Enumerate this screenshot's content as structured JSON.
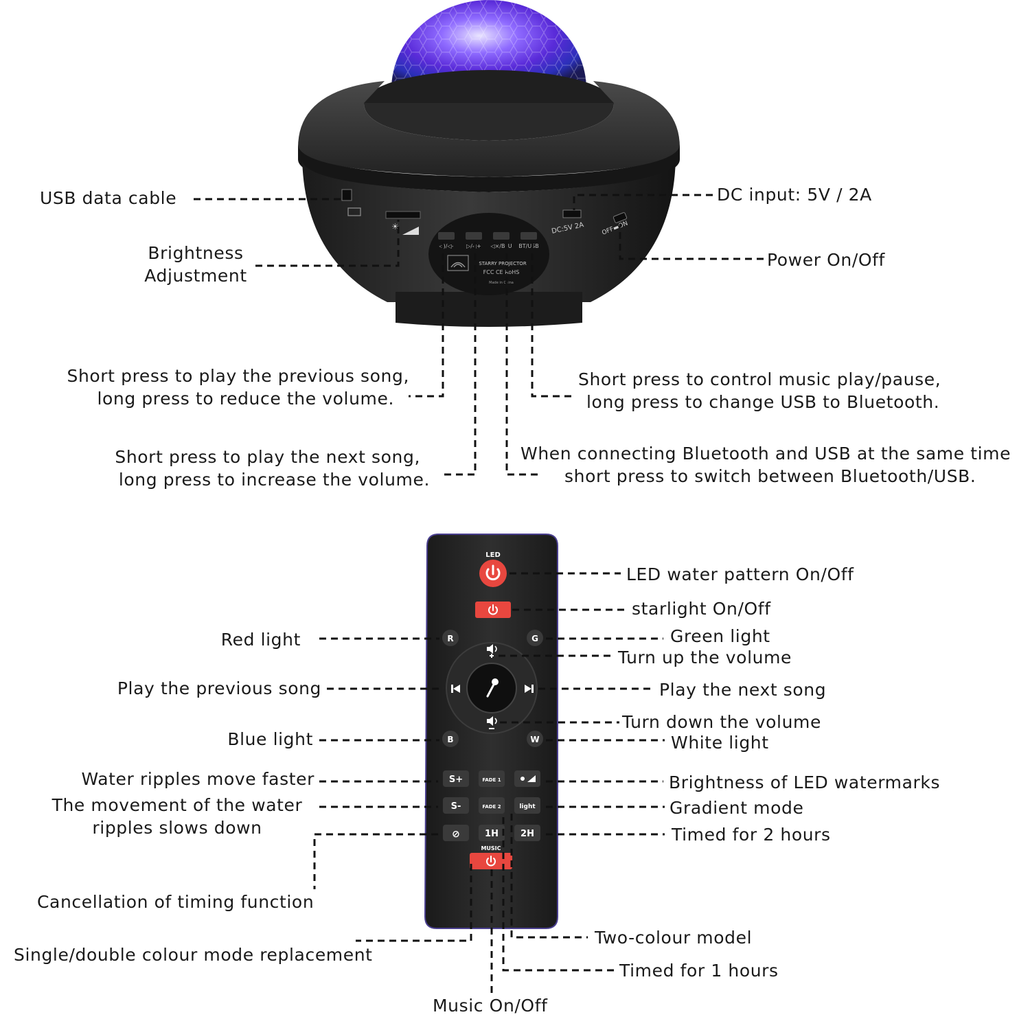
{
  "projector": {
    "port_labels": {
      "dc": "DC:5V 2A",
      "switch": "OFF▬ON",
      "buttons": [
        "◁)/◁-",
        "▷/◁+",
        "◁×/B⁺U",
        "BT/USB"
      ],
      "brand": "STARRY PROJECTOR",
      "made_in": "Made in China"
    },
    "labels": {
      "usb": "USB data cable",
      "brightness_1": "Brightness",
      "brightness_2": "Adjustment",
      "dc_input": "DC input: 5V / 2A",
      "power": "Power On/Off",
      "prev_1": "Short press to play the previous song,",
      "prev_2": "long press to reduce the volume.",
      "next_1": "Short press to play the next song,",
      "next_2": "long press to increase the volume.",
      "playpause_1": "Short press to control music play/pause,",
      "playpause_2": "long press to change USB to Bluetooth.",
      "switch_1": "When connecting Bluetooth and USB at the same time",
      "switch_2": "short press to switch between Bluetooth/USB."
    }
  },
  "remote": {
    "button_text": {
      "led": "LED",
      "r": "R",
      "g": "G",
      "b": "B",
      "w": "W",
      "s_plus": "S+",
      "s_minus": "S-",
      "fade1": "FADE 1",
      "fade2": "FADE 2",
      "light": "light",
      "h1": "1H",
      "h2": "2H",
      "cancel": "⊘",
      "music": "MUSIC"
    },
    "labels": {
      "led_pattern": "LED water pattern On/Off",
      "starlight": "starlight On/Off",
      "red": "Red light",
      "green": "Green light",
      "vol_up": "Turn up the volume",
      "prev": "Play the previous song",
      "next": "Play the next song",
      "vol_down": "Turn down the volume",
      "blue": "Blue light",
      "white": "White light",
      "faster": "Water ripples move faster",
      "slower_1": "The movement of the water",
      "slower_2": "ripples slows down",
      "brightness": "Brightness of LED watermarks",
      "gradient": "Gradient mode",
      "timed2": "Timed for 2 hours",
      "cancel_timing": "Cancellation of timing function",
      "two_colour": "Two-colour model",
      "single_double": "Single/double colour mode replacement",
      "timed1": "Timed for 1 hours",
      "music": "Music On/Off"
    }
  },
  "colors": {
    "device_body": "#2b2b2b",
    "red_button": "#e8473f",
    "dome_purple": "#7a3cff",
    "dome_blue": "#3d5bff"
  }
}
